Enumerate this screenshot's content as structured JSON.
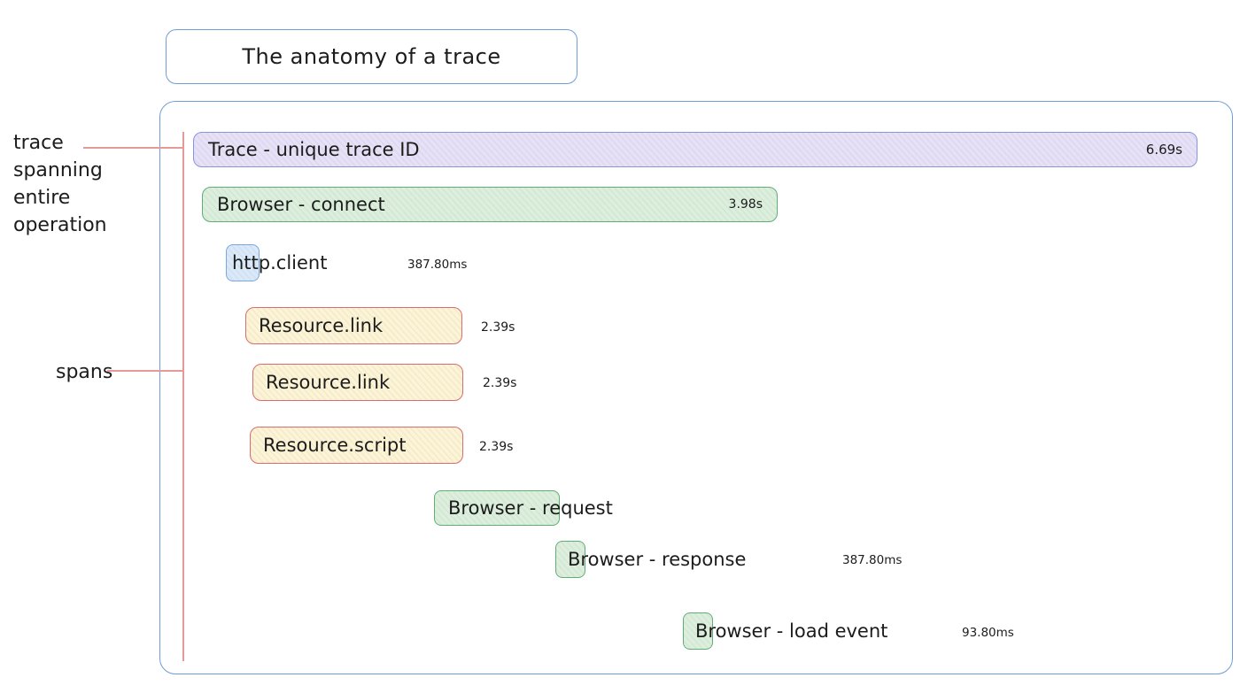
{
  "title": "The anatomy of a trace",
  "annotations": {
    "trace_lines": [
      "trace",
      "spanning",
      "entire",
      "operation"
    ],
    "spans_label": "spans"
  },
  "spans": [
    {
      "name": "trace",
      "label": "Trace - unique trace ID",
      "duration": "6.69s"
    },
    {
      "name": "browser-connect",
      "label": "Browser - connect",
      "duration": "3.98s"
    },
    {
      "name": "http-client",
      "label": "http.client",
      "duration": "387.80ms"
    },
    {
      "name": "resource-link-1",
      "label": "Resource.link",
      "duration": "2.39s"
    },
    {
      "name": "resource-link-2",
      "label": "Resource.link",
      "duration": "2.39s"
    },
    {
      "name": "resource-script",
      "label": "Resource.script",
      "duration": "2.39s"
    },
    {
      "name": "browser-request",
      "label": "Browser - request",
      "duration": ""
    },
    {
      "name": "browser-response",
      "label": "Browser - response",
      "duration": "387.80ms"
    },
    {
      "name": "browser-load-event",
      "label": "Browser - load event",
      "duration": "93.80ms"
    }
  ],
  "colors": {
    "frame_blue": "#6f9dd9",
    "trace_fill": "#e7e1f8",
    "trace_border": "#8595de",
    "browser_fill": "#dcefdd",
    "browser_border": "#5fae73",
    "http_fill": "#dae9f9",
    "http_border": "#7aa7de",
    "resource_fill": "#fdf4d6",
    "resource_border": "#d96c6c",
    "annotation_red": "#e59a9a"
  }
}
